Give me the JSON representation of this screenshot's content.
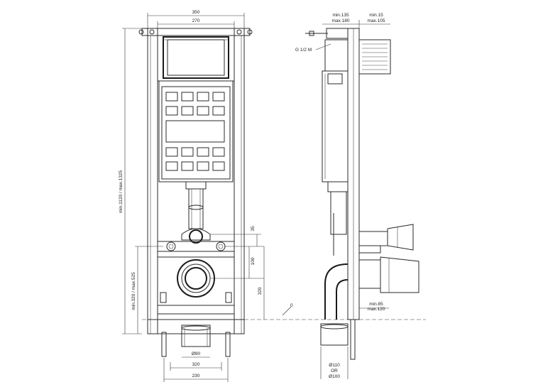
{
  "front_view": {
    "width_outer": "350",
    "width_inner": "270",
    "height_frame": "min.1120 / max.1325",
    "height_inlet": "min.320 / max.525",
    "offset_35": "35",
    "offset_100": "100",
    "offset_320": "320",
    "drain_diameter": "Ø90",
    "width_bottom_320": "320",
    "width_bottom_230": "230"
  },
  "side_view": {
    "depth_a": "min.135",
    "depth_a2": "max.180",
    "depth_b": "min.15",
    "depth_b2": "max.105",
    "thread": "G 1/2 M",
    "floor_mark": "0",
    "projection_min": "min.85",
    "projection_max": "max.120",
    "pipe_110": "Ø110",
    "pipe_or": "OR",
    "pipe_100": "Ø100"
  }
}
